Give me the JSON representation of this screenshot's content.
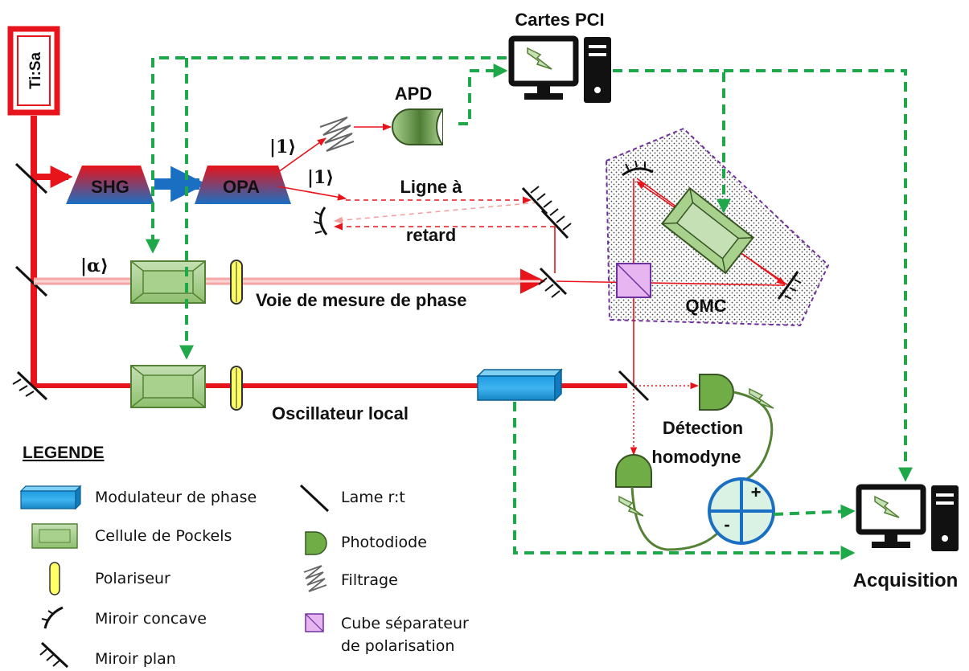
{
  "labels": {
    "tisa": "Ti:Sa",
    "shg": "SHG",
    "opa": "OPA",
    "apd": "APD",
    "cartes_pci": "Cartes PCI",
    "ket_one_upper": "|1⟩",
    "ket_one_lower": "|1⟩",
    "ligne_a": "Ligne à",
    "retard": "retard",
    "ket_alpha": "|α⟩",
    "voie_mesure": "Voie de mesure de phase",
    "qmc": "QMC",
    "oscillateur_local": "Oscillateur local",
    "detection": "Détection",
    "homodyne": "homodyne",
    "plus": "+",
    "minus": "-",
    "acquisition": "Acquisition"
  },
  "legend": {
    "title": "LEGENDE",
    "items": [
      {
        "label": "Modulateur de phase",
        "icon": "phase-modulator-icon"
      },
      {
        "label": "Cellule de Pockels",
        "icon": "pockels-cell-icon"
      },
      {
        "label": "Polariseur",
        "icon": "polarizer-icon"
      },
      {
        "label": "Miroir concave",
        "icon": "concave-mirror-icon"
      },
      {
        "label": "Miroir plan",
        "icon": "plane-mirror-icon"
      },
      {
        "label": "Lame r:t",
        "icon": "beam-splitter-icon"
      },
      {
        "label": "Photodiode",
        "icon": "photodiode-icon"
      },
      {
        "label": "Filtrage",
        "icon": "filter-icon"
      },
      {
        "label": "Cube séparateur",
        "icon": "pbs-cube-icon"
      },
      {
        "label": "de polarisation",
        "icon": ""
      }
    ]
  },
  "colors": {
    "laser_red": "#e8141b",
    "signal_green": "#1ea84a",
    "pump_blue": "#1a6fc2",
    "pockels_green": "#a8d08d",
    "modulator_blue": "#1e9be0",
    "qmc_purple": "#7030a0"
  }
}
